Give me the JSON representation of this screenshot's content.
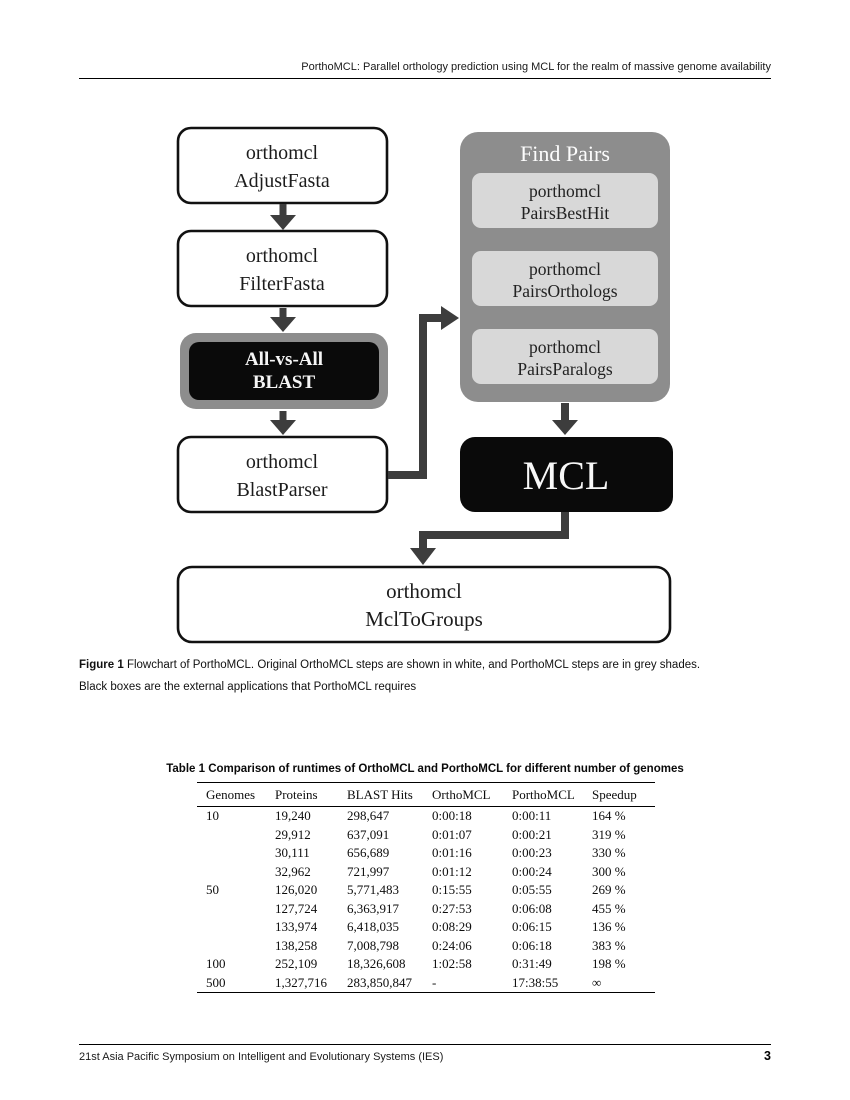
{
  "header": {
    "running_title": "PorthoMCL: Parallel orthology prediction using MCL for the realm of massive genome availability"
  },
  "figure": {
    "caption_label": "Figure 1",
    "caption_line1": "Flowchart of PorthoMCL. Original OrthoMCL steps are shown in white, and PorthoMCL steps are in grey shades.",
    "caption_line2": "Black boxes are the external applications that PorthoMCL requires",
    "colors": {
      "group_grey": "#8d8d8d",
      "inner_light_grey": "#d8d8d8",
      "black_box": "#0a0a0a",
      "arrow_grey": "#3d3d3d",
      "white_box": "#ffffff"
    },
    "nodes": {
      "adjust_fasta": {
        "line1": "orthomcl",
        "line2": "AdjustFasta"
      },
      "filter_fasta": {
        "line1": "orthomcl",
        "line2": "FilterFasta"
      },
      "blast": {
        "line1": "All-vs-All",
        "line2": "BLAST"
      },
      "blast_parser": {
        "line1": "orthomcl",
        "line2": "BlastParser"
      },
      "find_pairs_title": "Find Pairs",
      "pairs_best_hit": {
        "line1": "porthomcl",
        "line2": "PairsBestHit"
      },
      "pairs_orthologs": {
        "line1": "porthomcl",
        "line2": "PairsOrthologs"
      },
      "pairs_paralogs": {
        "line1": "porthomcl",
        "line2": "PairsParalogs"
      },
      "mcl": {
        "label": "MCL"
      },
      "mcl_to_groups": {
        "line1": "orthomcl",
        "line2": "MclToGroups"
      }
    }
  },
  "table": {
    "title": "Table 1 Comparison of runtimes of OrthoMCL and PorthoMCL for different number of genomes",
    "columns": [
      "Genomes",
      "Proteins",
      "BLAST Hits",
      "OrthoMCL",
      "PorthoMCL",
      "Speedup"
    ],
    "rows": [
      [
        "10",
        "19,240",
        "298,647",
        "0:00:18",
        "0:00:11",
        "164 %"
      ],
      [
        "",
        "29,912",
        "637,091",
        "0:01:07",
        "0:00:21",
        "319 %"
      ],
      [
        "",
        "30,111",
        "656,689",
        "0:01:16",
        "0:00:23",
        "330 %"
      ],
      [
        "",
        "32,962",
        "721,997",
        "0:01:12",
        "0:00:24",
        "300 %"
      ],
      [
        "50",
        "126,020",
        "5,771,483",
        "0:15:55",
        "0:05:55",
        "269 %"
      ],
      [
        "",
        "127,724",
        "6,363,917",
        "0:27:53",
        "0:06:08",
        "455 %"
      ],
      [
        "",
        "133,974",
        "6,418,035",
        "0:08:29",
        "0:06:15",
        "136 %"
      ],
      [
        "",
        "138,258",
        "7,008,798",
        "0:24:06",
        "0:06:18",
        "383 %"
      ],
      [
        "100",
        "252,109",
        "18,326,608",
        "1:02:58",
        "0:31:49",
        "198 %"
      ],
      [
        "500",
        "1,327,716",
        "283,850,847",
        "-",
        "17:38:55",
        "∞"
      ]
    ]
  },
  "footer": {
    "text": "21st Asia Pacific Symposium on Intelligent and Evolutionary Systems (IES)",
    "page_number": "3"
  }
}
